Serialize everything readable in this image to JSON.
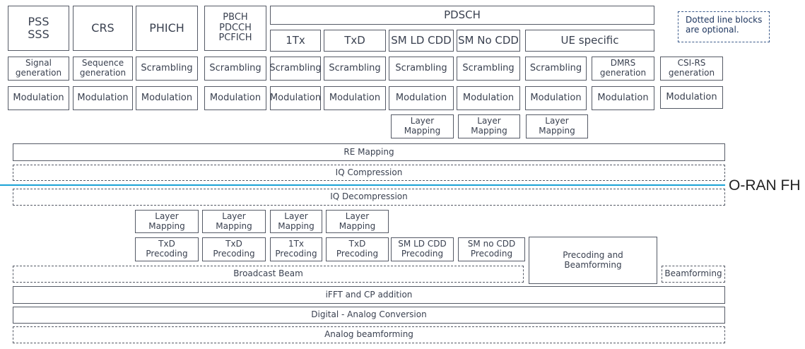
{
  "top_row": {
    "pss_sss": "PSS\nSSS",
    "crs": "CRS",
    "phich": "PHICH",
    "pbch_group": "PBCH\nPDCCH\nPCFICH",
    "pdsch": "PDSCH",
    "pdsch_modes": [
      "1Tx",
      "TxD",
      "SM LD CDD",
      "SM No CDD",
      "UE specific"
    ]
  },
  "note": "Dotted line blocks\nare optional.",
  "row_generation": {
    "signal_generation": "Signal\ngeneration",
    "sequence_generation": "Sequence\ngeneration",
    "scrambling": "Scrambling",
    "dmrs_generation": "DMRS\ngeneration",
    "csirs_generation": "CSI-RS\ngeneration"
  },
  "modulation": "Modulation",
  "layer_mapping": "Layer\nMapping",
  "re_mapping": "RE Mapping",
  "iq_compression": "IQ Compression",
  "iq_decompression": "IQ Decompression",
  "fronthaul_label": "O-RAN FH",
  "precoding": {
    "txd": "TxD\nPrecoding",
    "onetx": "1Tx\nPrecoding",
    "sm_ld_cdd": "SM LD CDD\nPrecoding",
    "sm_no_cdd": "SM no CDD\nPrecoding",
    "precoding_beamforming": "Precoding and\nBeamforming"
  },
  "broadcast_beam": "Broadcast Beam",
  "beamforming": "Beamforming",
  "ifft_cp": "iFFT and CP addition",
  "digital_analog": "Digital - Analog Conversion",
  "analog_beamforming": "Analog beamforming"
}
